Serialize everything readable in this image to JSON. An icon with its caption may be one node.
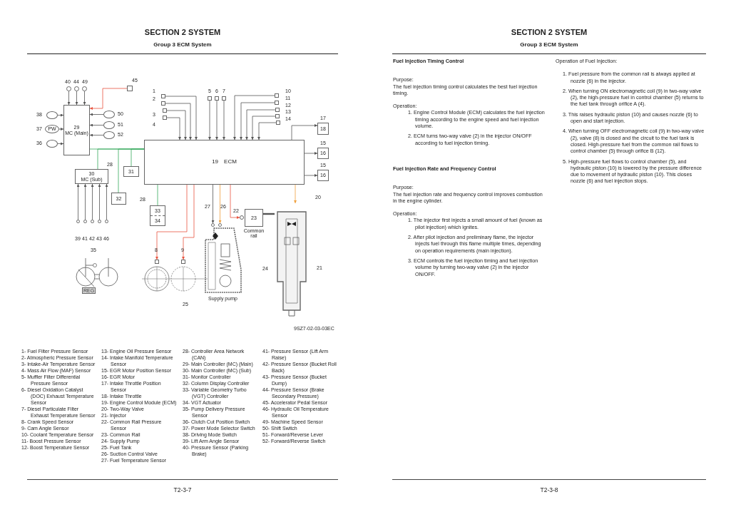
{
  "diagram": {
    "nodes": [
      {
        "text": [
          "29",
          "MC (Main)"
        ]
      },
      {
        "text": [
          "30",
          "MC (Sub)"
        ]
      },
      {
        "text": [
          "31"
        ]
      },
      {
        "text": [
          "32"
        ]
      },
      {
        "text": [
          "19",
          "ECM"
        ]
      },
      {
        "text": [
          "33",
          "34"
        ]
      },
      {
        "text": [
          "18"
        ],
        "beside": [
          "17"
        ]
      },
      {
        "text": [
          "16"
        ],
        "beside": [
          "15"
        ]
      },
      {
        "text": [
          "16"
        ],
        "beside": [
          "15"
        ]
      },
      {
        "text": [
          "23"
        ],
        "beside": [
          "Common rail"
        ]
      },
      {
        "text": [],
        "shape": "picture",
        "beside": [
          "Supply pump"
        ]
      },
      {
        "text": [],
        "shape": "picture"
      },
      {
        "text": [],
        "shape": "circle",
        "beside": [
          "40"
        ]
      },
      {
        "text": [],
        "shape": "circle",
        "beside": [
          "44"
        ]
      },
      {
        "text": [],
        "shape": "circle",
        "beside": [
          "49"
        ]
      },
      {
        "text": [],
        "shape": "box",
        "beside": [
          "45"
        ]
      },
      {
        "text": [],
        "shape": "ellipse",
        "beside": [
          "38"
        ]
      },
      {
        "text": [
          "PW"
        ],
        "beside": [
          "37"
        ]
      },
      {
        "text": [],
        "shape": "ellipse",
        "beside": [
          "36"
        ]
      },
      {
        "text": [],
        "shape": "ellipse",
        "beside": [
          "50"
        ]
      },
      {
        "text": [],
        "shape": "ellipse",
        "beside": [
          "51"
        ]
      },
      {
        "text": [],
        "shape": "ellipse",
        "beside": [
          "52"
        ]
      },
      {
        "text": [],
        "shape": "circle",
        "beside": [
          "39"
        ]
      },
      {
        "text": [],
        "shape": "circle",
        "beside": [
          "41"
        ]
      },
      {
        "text": [],
        "shape": "circle",
        "beside": [
          "42"
        ]
      },
      {
        "text": [],
        "shape": "circle",
        "beside": [
          "43"
        ]
      },
      {
        "text": [],
        "shape": "circle",
        "beside": [
          "46"
        ]
      },
      {
        "text": [],
        "shape": "box",
        "beside": [
          "1"
        ]
      },
      {
        "text": [],
        "shape": "box",
        "beside": [
          "2"
        ]
      },
      {
        "text": [],
        "shape": "box",
        "beside": [
          "3"
        ]
      },
      {
        "text": [],
        "shape": "box",
        "beside": [
          "4"
        ]
      },
      {
        "text": [],
        "shape": "box",
        "beside": [
          "5"
        ]
      },
      {
        "text": [],
        "shape": "box",
        "beside": [
          "6"
        ]
      },
      {
        "text": [],
        "shape": "box",
        "beside": [
          "7"
        ]
      },
      {
        "text": [],
        "shape": "box",
        "beside": [
          "10"
        ]
      },
      {
        "text": [],
        "shape": "box",
        "beside": [
          "11"
        ]
      },
      {
        "text": [],
        "shape": "box",
        "beside": [
          "12"
        ]
      },
      {
        "text": [],
        "shape": "box",
        "beside": [
          "13"
        ]
      },
      {
        "text": [],
        "shape": "box",
        "beside": [
          "14"
        ]
      },
      {
        "text": [],
        "shape": "box",
        "beside": [
          "8"
        ]
      },
      {
        "text": [],
        "shape": "box",
        "beside": [
          "9"
        ]
      },
      {
        "text": [],
        "shape": "circle",
        "beside": [
          "22"
        ]
      },
      {
        "text": [],
        "shape": "circle",
        "beside": [
          "27"
        ]
      },
      {
        "text": [],
        "shape": "circle",
        "beside": [
          "26"
        ]
      }
    ],
    "edges": [
      {
        "from": 12,
        "to": 0,
        "arrow": "to"
      },
      {
        "from": 13,
        "to": 0,
        "arrow": "to"
      },
      {
        "from": 14,
        "to": 0,
        "arrow": "to"
      },
      {
        "from": 15,
        "to": 0,
        "arrow": "to",
        "color": "#e8533f"
      },
      {
        "from": 16,
        "to": 0,
        "arrow": "to"
      },
      {
        "from": 17,
        "to": 0,
        "arrow": "to"
      },
      {
        "from": 18,
        "to": 0,
        "arrow": "to"
      },
      {
        "from": 19,
        "to": 0,
        "arrow": "to"
      },
      {
        "from": 20,
        "to": 0,
        "arrow": "to"
      },
      {
        "from": 21,
        "to": 0,
        "arrow": "to"
      },
      {
        "from": 22,
        "to": 1,
        "arrow": "to"
      },
      {
        "from": 23,
        "to": 1,
        "arrow": "to"
      },
      {
        "from": 24,
        "to": 1,
        "arrow": "to"
      },
      {
        "from": 25,
        "to": 1,
        "arrow": "to"
      },
      {
        "from": 26,
        "to": 1,
        "arrow": "to"
      },
      {
        "from": 0,
        "to": 4,
        "arrow": "none",
        "color": "#35a85a"
      },
      {
        "from": 4,
        "to": 1,
        "arrow": "none",
        "color": "#35a85a"
      },
      {
        "from": 4,
        "to": 3,
        "arrow": "none",
        "color": "#35a85a"
      },
      {
        "from": 4,
        "to": 2,
        "arrow": "none",
        "color": "#35a85a"
      },
      {
        "from": 4,
        "to": 5,
        "arrow": "none",
        "color": "#35a85a"
      },
      {
        "from": 27,
        "to": 4,
        "arrow": "to"
      },
      {
        "from": 28,
        "to": 4,
        "arrow": "to"
      },
      {
        "from": 29,
        "to": 4,
        "arrow": "to"
      },
      {
        "from": 30,
        "to": 4,
        "arrow": "to"
      },
      {
        "from": 31,
        "to": 4,
        "arrow": "to"
      },
      {
        "from": 32,
        "to": 4,
        "arrow": "to"
      },
      {
        "from": 33,
        "to": 4,
        "arrow": "to"
      },
      {
        "from": 34,
        "to": 4,
        "arrow": "to"
      },
      {
        "from": 35,
        "to": 4,
        "arrow": "to"
      },
      {
        "from": 36,
        "to": 4,
        "arrow": "to"
      },
      {
        "from": 37,
        "to": 4,
        "arrow": "to"
      },
      {
        "from": 38,
        "to": 4,
        "arrow": "to"
      },
      {
        "from": 4,
        "to": 6,
        "arrow": "to"
      },
      {
        "from": 4,
        "to": 7,
        "arrow": "to"
      },
      {
        "from": 4,
        "to": 8,
        "arrow": "to"
      },
      {
        "from": 4,
        "to": 39,
        "arrow": "to",
        "color": "#e8533f"
      },
      {
        "from": 4,
        "to": 40,
        "arrow": "to",
        "color": "#e8533f"
      },
      {
        "from": 4,
        "to": 41,
        "arrow": "to",
        "color": "#e8533f"
      },
      {
        "from": 4,
        "to": 42,
        "arrow": "to"
      },
      {
        "from": 4,
        "to": 43,
        "arrow": "to",
        "color": "#f0a03c"
      },
      {
        "from": 4,
        "to": 11,
        "arrow": "to",
        "color": "#f0a03c"
      },
      {
        "from": 9,
        "to": 11,
        "arrow": "none",
        "style": "thick"
      }
    ],
    "labels": [
      "SECTION 2 SYSTEM",
      "Group 3 ECM System",
      "28",
      "28",
      "35",
      "REG",
      "20",
      "24",
      "21",
      "25",
      "9SZ7-02-03-03EC",
      "1- Fuel Filter Pressure Sensor",
      "2- Atmospheric Pressure Sensor",
      "3- Intake-Air Temperature Sensor",
      "4- Mass Air Flow (MAF) Sensor",
      "5- Muffler Filter Differential Pressure Sensor",
      "6- Diesel Oxidation Catalyst (DOC) Exhaust Temperature Sensor",
      "7- Diesel Particulate Filter Exhaust Temperature Sensor",
      "8- Crank Speed Sensor",
      "9- Cam Angle Sensor",
      "10- Coolant Temperature Sensor",
      "11- Boost Pressure Sensor",
      "12- Boost Temperature Sensor",
      "13- Engine Oil Pressure Sensor",
      "14- Intake Manifold Temperature Sensor",
      "15- EGR Motor Position Sensor",
      "16- EGR Motor",
      "17- Intake Throttle Position Sensor",
      "18- Intake Throttle",
      "19- Engine Control Module (ECM)",
      "20- Two-Way Valve",
      "21- Injector",
      "22- Common Rail Pressure Sensor",
      "23- Common Rail",
      "24- Supply Pump",
      "25- Fuel Tank",
      "26- Suction Control Valve",
      "27- Fuel Temperature Sensor",
      "28- Controller Area Network (CAN)",
      "29- Main Controller (MC) (Main)",
      "30- Main Controller (MC) (Sub)",
      "31- Monitor Controller",
      "32- Column Display Controller",
      "33- Variable Geometry Turbo (VGT) Controller",
      "34- VGT Actuator",
      "35- Pump Delivery Pressure Sensor",
      "36- Clutch Cut Position Switch",
      "37- Power Mode Selector Switch",
      "38- Driving Mode Switch",
      "39- Lift Arm Angle Sensor",
      "40- Pressure Sensor (Parking Brake)",
      "41- Pressure Sensor (Lift Arm Raise)",
      "42- Pressure Sensor (Bucket Roll Back)",
      "43- Pressure Sensor (Bucket Dump)",
      "44- Pressure Sensor (Brake Secondary Pressure)",
      "45- Accelerator Pedal Sensor",
      "46- Hydraulic Oil Temperature Sensor",
      "49- Machine Speed Sensor",
      "50- Shift Switch",
      "51- Forward/Reverse Lever",
      "52- Forward/Reverse Switch",
      "T2-3-7",
      "SECTION 2 SYSTEM",
      "Group 3 ECM System",
      "Fuel Injection Timing Control",
      "Purpose:",
      "The fuel injection timing control calculates the best fuel injection timing.",
      "Operation:",
      "1. Engine Control Module (ECM) calculates the fuel injection timing according to the engine speed and fuel injection volume.",
      "2. ECM turns two-way valve (2) in the injector ON/OFF according to fuel injection timing.",
      "Fuel Injection Rate and Frequency Control",
      "Purpose:",
      "The fuel injection rate and frequency control improves combustion in the engine cylinder.",
      "Operation:",
      "1. The injector first injects a small amount of fuel (known as pilot injection) which ignites.",
      "2. After pilot injection and preliminary flame, the injector injects fuel through this flame multiple times, depending on operation requirements (main injection).",
      "3. ECM controls the fuel injection timing and fuel injection volume by turning two-way valve (2) in the injector ON/OFF.",
      "Operation of Fuel Injection:",
      "1. Fuel pressure from the common rail is always applied at nozzle (6) in the injector.",
      "2. When turning ON electromagnetic coil (9) in two-way valve (2), the high-pressure fuel in control chamber (5) returns to the fuel tank through orifice A (4).",
      "3. This raises hydraulic piston (10) and causes nozzle (6) to open and start injection.",
      "4. When turning OFF electromagnetic coil (9) in two-way valve (2), valve (8) is closed and the circuit to the fuel tank is closed. High-pressure fuel from the common rail flows to control chamber (5) through orifice B (12).",
      "5. High-pressure fuel flows to control chamber (5), and hydraulic piston (10) is lowered by the pressure difference due to movement of hydraulic piston (10). This closes nozzle (6) and fuel injection stops.",
      "T2-3-8"
    ]
  }
}
